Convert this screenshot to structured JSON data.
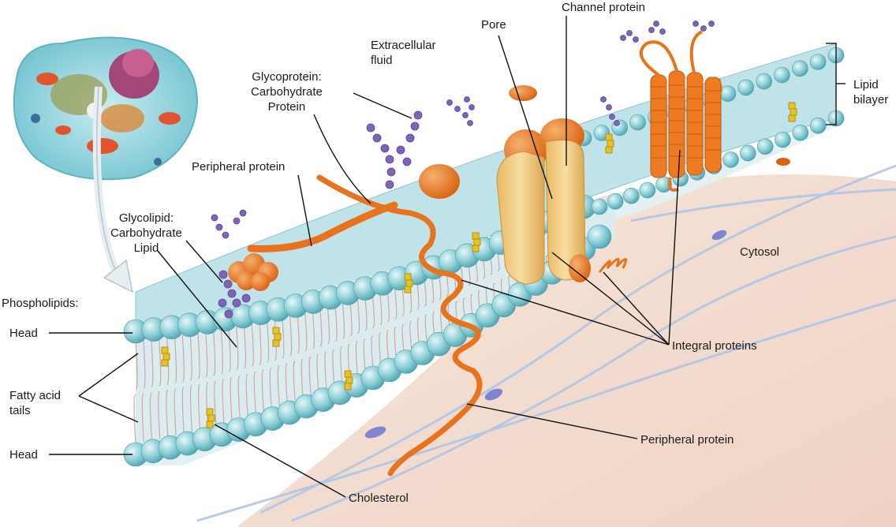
{
  "labels": {
    "extracellular_fluid": [
      "Extracellular",
      "fluid"
    ],
    "pore": "Pore",
    "channel_protein": "Channel protein",
    "lipid_bilayer": [
      "Lipid",
      "bilayer"
    ],
    "glycoprotein": [
      "Glycoprotein:",
      "Carbohydrate",
      "Protein"
    ],
    "peripheral_protein_top": "Peripheral protein",
    "glycolipid": [
      "Glycolipid:",
      "Carbohydrate",
      "Lipid"
    ],
    "phospholipids": "Phospholipids:",
    "head_top": "Head",
    "fatty_acid_tails": [
      "Fatty acid",
      "tails"
    ],
    "head_bottom": "Head",
    "cytosol": "Cytosol",
    "integral_proteins": "Integral proteins",
    "peripheral_protein_bottom": "Peripheral protein",
    "cholesterol": "Cholesterol"
  },
  "colors": {
    "membrane_top": "#bfe3e8",
    "phospholipid_head": "#8fd0d8",
    "phospholipid_head_dark": "#5fb3be",
    "protein_orange": "#e8731c",
    "channel_protein": "#f2cf86",
    "carbohydrate_purple": "#7e63b8",
    "cholesterol_yellow": "#e8c326",
    "cytosol_pink": "#f3ddd2",
    "filament_blue": "#a9c5e6"
  }
}
